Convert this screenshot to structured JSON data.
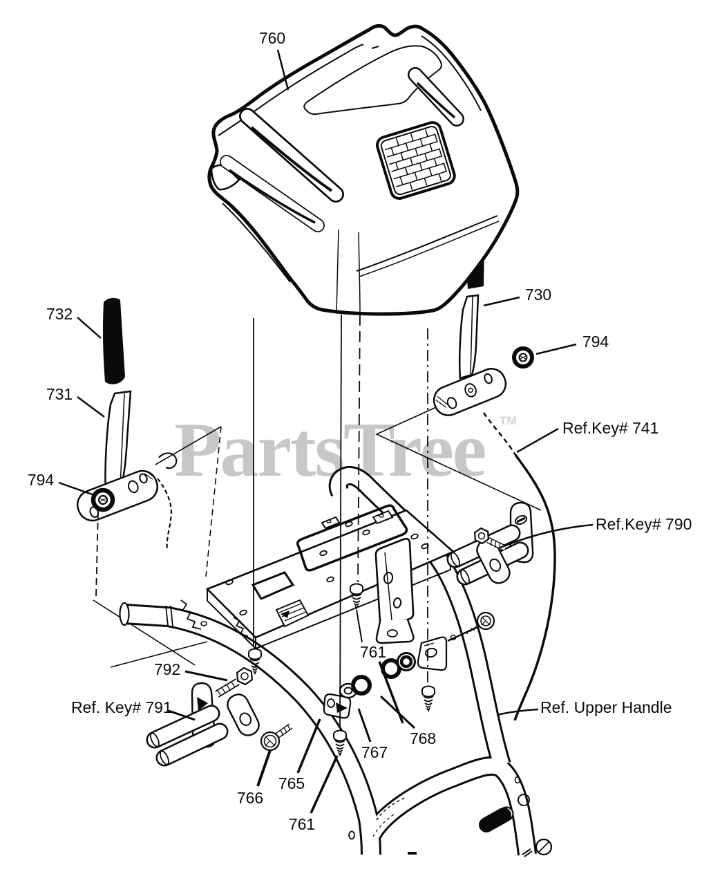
{
  "page": {
    "background": "#ffffff",
    "ink_color": "#0a0a0a",
    "type_label": "exploded-parts-diagram"
  },
  "watermark": {
    "text": "PartsTree",
    "tm": "TM",
    "color": "#c7c7c7"
  },
  "callouts": {
    "c760": "760",
    "c732": "732",
    "c731": "731",
    "c794_left": "794",
    "c730": "730",
    "c794_right": "794",
    "ref741": "Ref.Key# 741",
    "ref790": "Ref.Key# 790",
    "c792": "792",
    "ref791": "Ref. Key# 791",
    "c766": "766",
    "c765": "765",
    "c761_bottom": "761",
    "c761_mid": "761",
    "c767": "767",
    "c768": "768",
    "ref_upper_handle": "Ref. Upper Handle"
  }
}
